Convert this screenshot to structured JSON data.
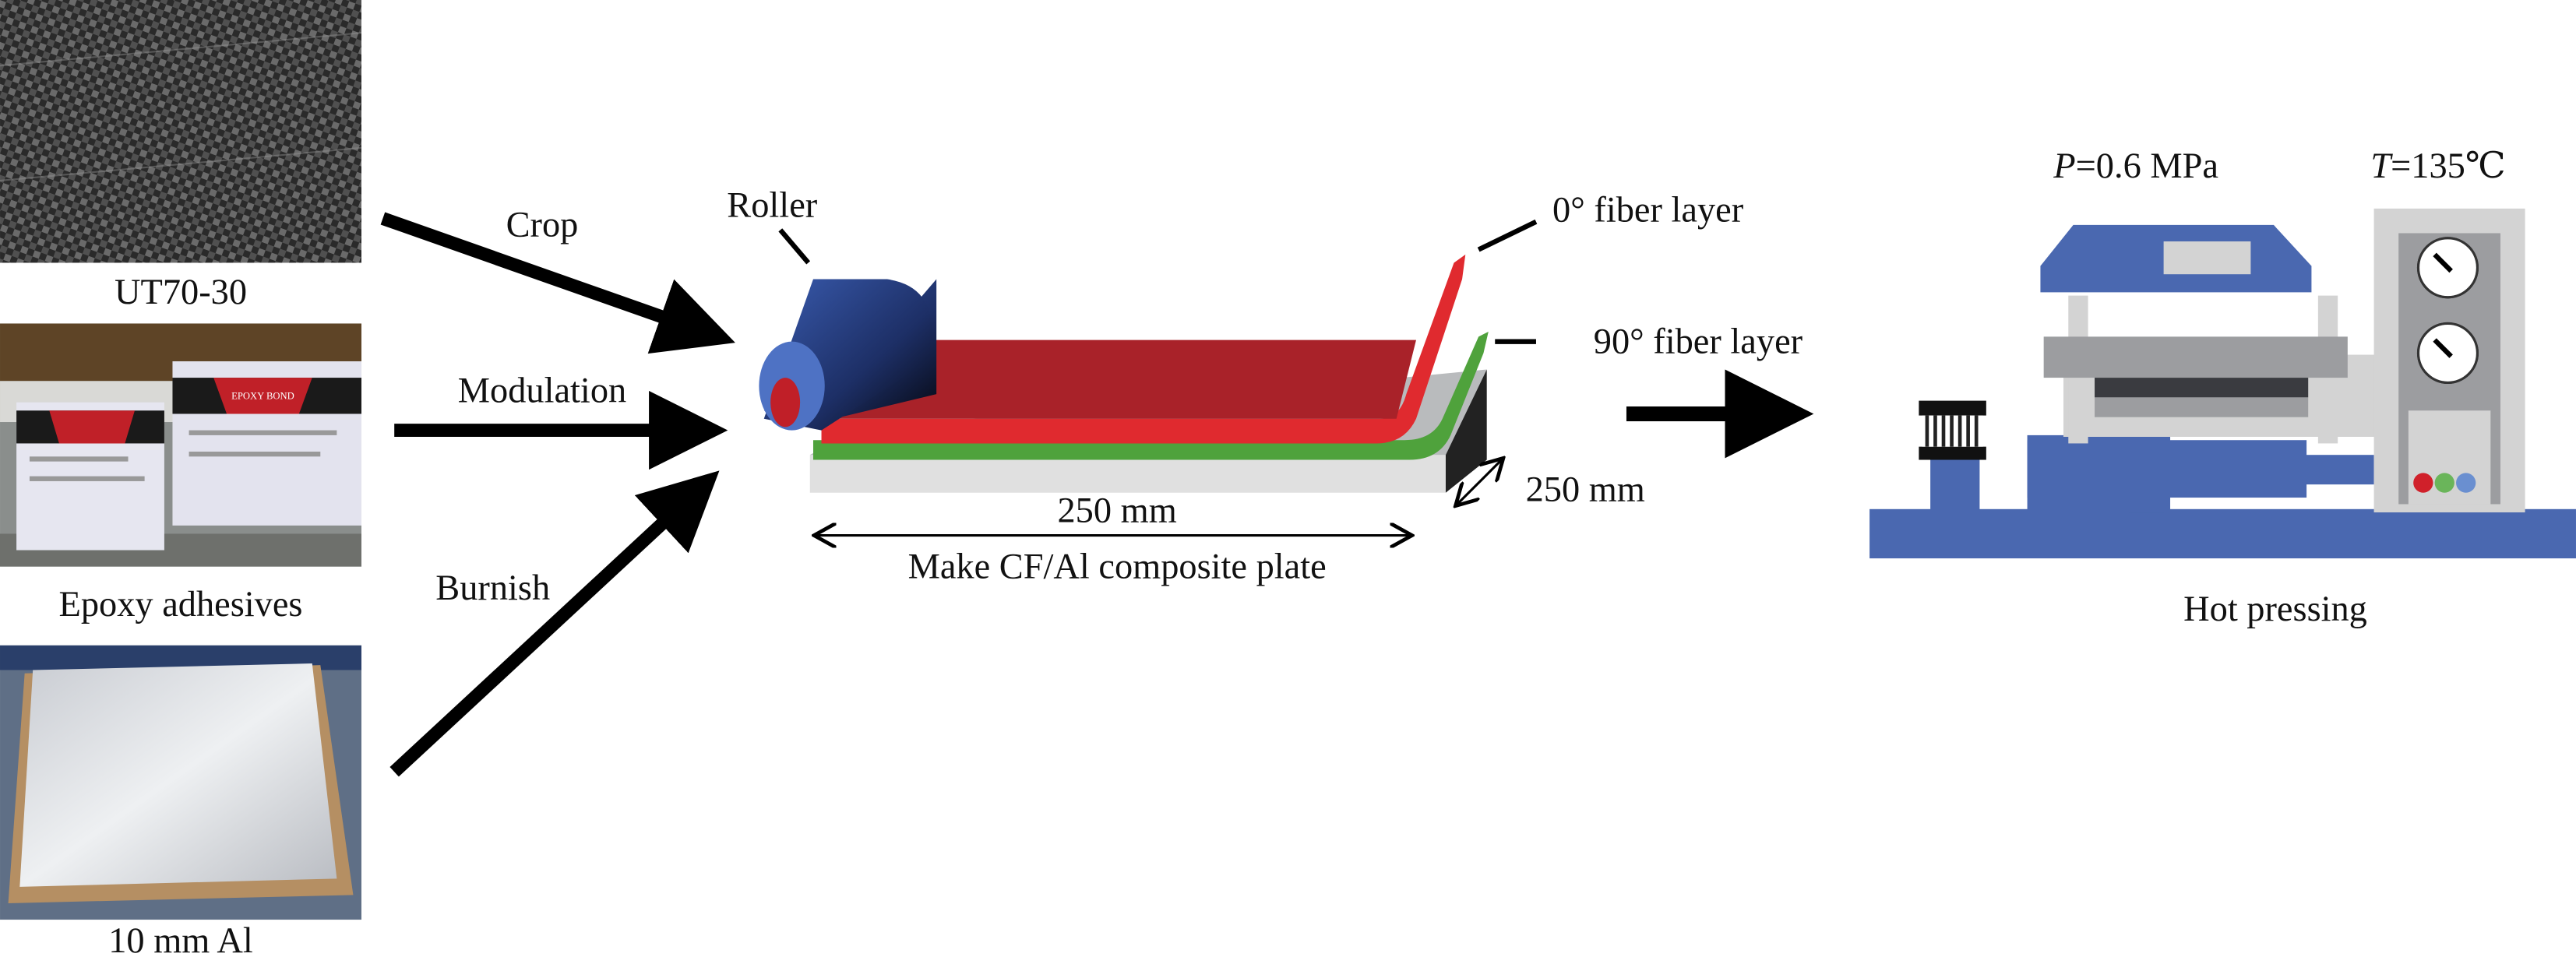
{
  "photos": {
    "carbon_fabric_label": "UT70-30",
    "epoxy_label": "Epoxy adhesives",
    "epoxy_brand": "EPOXY BOND",
    "aluminum_label": "10 mm Al"
  },
  "steps": {
    "crop": "Crop",
    "modulation": "Modulation",
    "burnish": "Burnish"
  },
  "layup": {
    "roller_label": "Roller",
    "fiber_0_label": "0° fiber layer",
    "fiber_90_label": "90° fiber layer",
    "length_label": "250 mm",
    "width_label": "250 mm",
    "caption": "Make CF/Al composite plate"
  },
  "hot_press": {
    "pressure_symbol": "P",
    "pressure_value": "=0.6 MPa",
    "temperature_symbol": "T",
    "temperature_value": "=135℃",
    "caption": "Hot pressing"
  },
  "colors": {
    "press_blue": "#4a68b0",
    "fiber_red": "#c0232b",
    "fiber_green": "#4fa23c"
  }
}
